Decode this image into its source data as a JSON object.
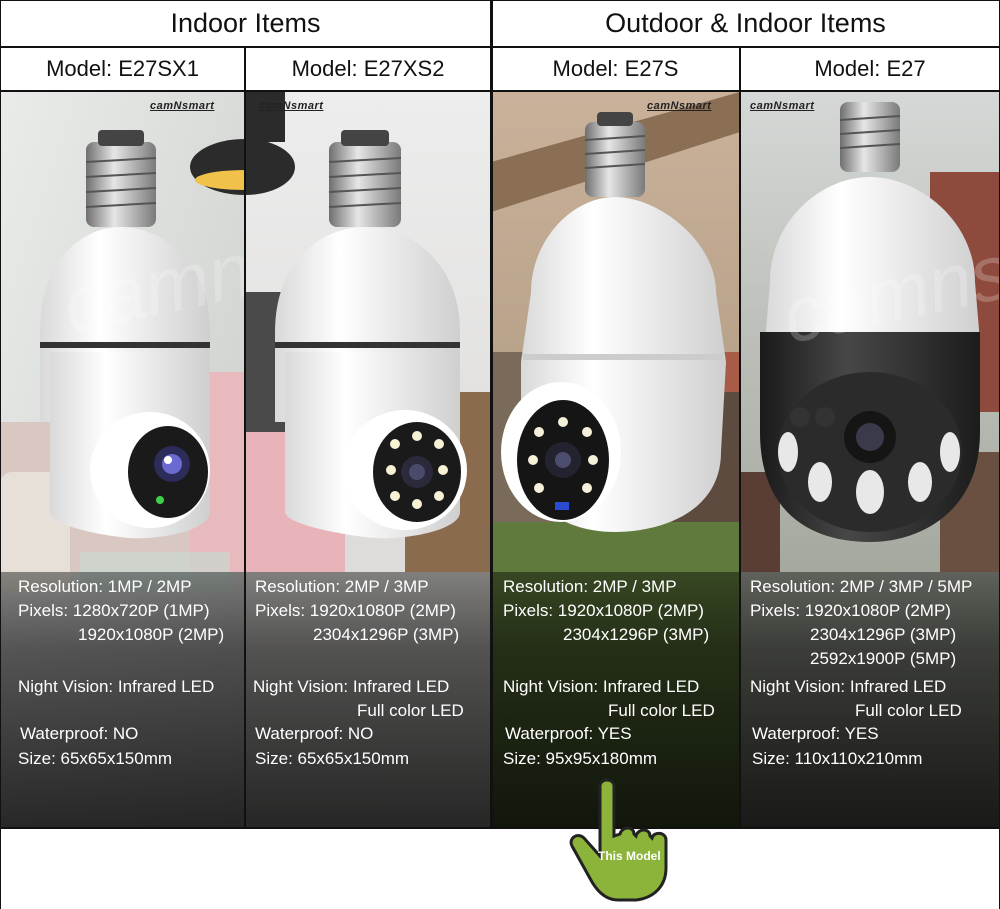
{
  "headers": {
    "indoor": "Indoor Items",
    "outdoor": "Outdoor & Indoor Items"
  },
  "brand": "camNsmart",
  "watermark": "camnsmart",
  "products": [
    {
      "model": "Model: E27SX1",
      "resolution": "Resolution: 1MP / 2MP",
      "pixels": [
        "Pixels: 1280x720P (1MP)",
        "1920x1080P (2MP)"
      ],
      "night": [
        "Night Vision: Infrared LED"
      ],
      "waterproof": "Waterproof: NO",
      "size": "Size: 65x65x150mm"
    },
    {
      "model": "Model: E27XS2",
      "resolution": "Resolution: 2MP / 3MP",
      "pixels": [
        "Pixels: 1920x1080P (2MP)",
        "2304x1296P (3MP)"
      ],
      "night": [
        "Night Vision: Infrared LED",
        "Full color LED"
      ],
      "waterproof": "Waterproof: NO",
      "size": "Size: 65x65x150mm"
    },
    {
      "model": "Model: E27S",
      "resolution": "Resolution: 2MP / 3MP",
      "pixels": [
        "Pixels: 1920x1080P (2MP)",
        "2304x1296P (3MP)"
      ],
      "night": [
        "Night Vision: Infrared LED",
        "Full color LED"
      ],
      "waterproof": "Waterproof: YES",
      "size": "Size: 95x95x180mm"
    },
    {
      "model": "Model: E27",
      "resolution": "Resolution: 2MP / 3MP / 5MP",
      "pixels": [
        "Pixels: 1920x1080P (2MP)",
        "2304x1296P (3MP)",
        "2592x1900P (5MP)"
      ],
      "night": [
        "Night Vision: Infrared LED",
        "Full color LED"
      ],
      "waterproof": "Waterproof: YES",
      "size": "Size: 110x110x210mm"
    }
  ],
  "pointer_label": "This Model",
  "colors": {
    "hand_fill": "#8cb33a",
    "border": "#111111"
  }
}
